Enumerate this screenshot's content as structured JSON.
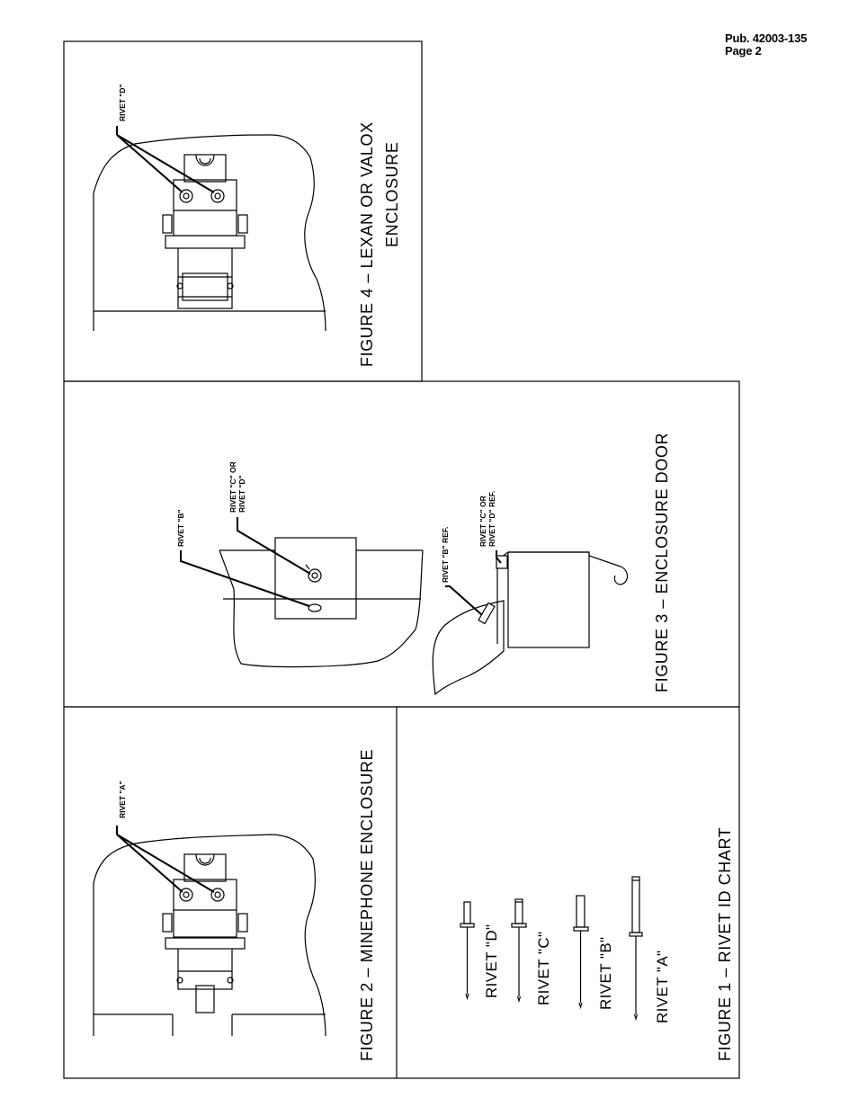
{
  "header": {
    "pub": "Pub. 42003-135",
    "page": "Page 2"
  },
  "figures": {
    "fig1": {
      "caption": "FIGURE 1 – RIVET ID CHART",
      "rivets": [
        "RIVET \"D\"",
        "RIVET \"C\"",
        "RIVET \"B\"",
        "RIVET \"A\""
      ]
    },
    "fig2": {
      "caption": "FIGURE 2 – MINEPHONE ENCLOSURE",
      "callout": "RIVET \"A\""
    },
    "fig3": {
      "caption": "FIGURE 3 – ENCLOSURE DOOR",
      "callout_b": "RIVET \"B\"",
      "callout_cd_1": "RIVET \"C\" OR",
      "callout_cd_2": "RIVET \"D\"",
      "callout_b_ref": "RIVET \"B\" REF.",
      "callout_cd_ref_1": "RIVET \"C\" OR",
      "callout_cd_ref_2": "RIVET \"D\" REF."
    },
    "fig4": {
      "caption_1": "FIGURE 4 – LEXAN OR VALOX",
      "caption_2": "ENCLOSURE",
      "callout": "RIVET \"D\""
    }
  }
}
